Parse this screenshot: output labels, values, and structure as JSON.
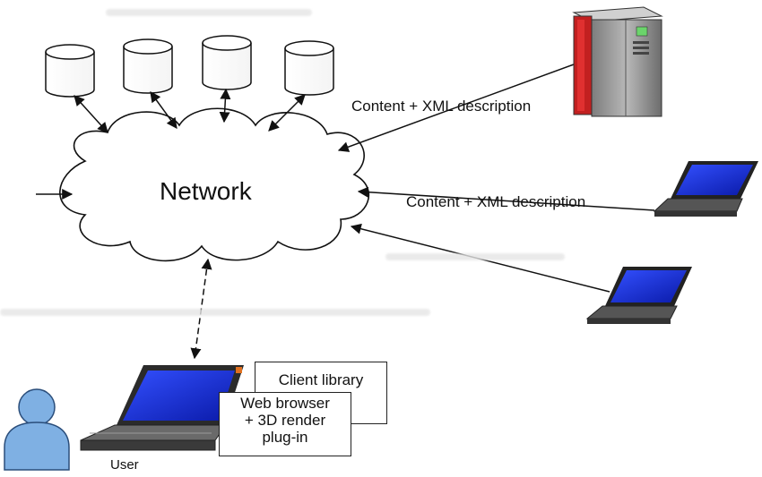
{
  "network": {
    "label": "Network"
  },
  "links": {
    "server_label": "Content + XML description",
    "laptop_label": "Content + XML description"
  },
  "client": {
    "library_label": "Client library",
    "browser_label_lines": [
      "Web browser",
      "+ 3D render",
      "plug-in"
    ],
    "user_label": "User"
  },
  "colors": {
    "screen": "#1b2fd6",
    "laptop_body": "#555555",
    "server_body": "#9a9a9a",
    "server_accent": "#cc2222",
    "user_figure": "#6a9fd8",
    "line": "#111111"
  }
}
